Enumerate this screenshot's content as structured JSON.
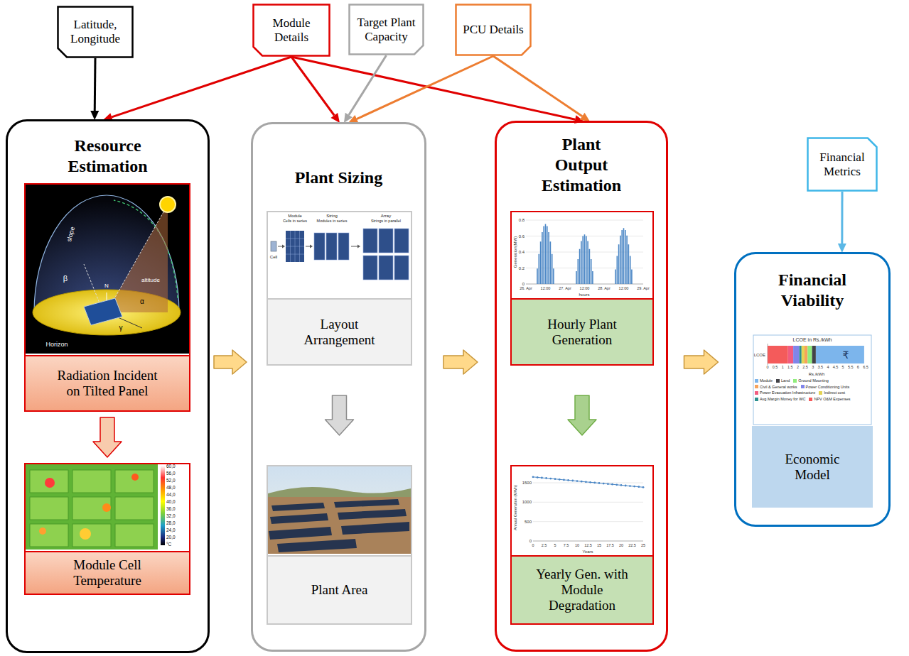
{
  "diagram": {
    "nodes": [
      {
        "text": [
          "Latitude, Longitude"
        ]
      },
      {
        "text": [
          "Module Details"
        ]
      },
      {
        "text": [
          "Target Plant Capacity"
        ]
      },
      {
        "text": [
          "PCU Details"
        ]
      },
      {
        "text": [
          "Resource Estimation"
        ]
      },
      {
        "text": [
          "Radiation Incident on Tilted Panel"
        ],
        "in": 4
      },
      {
        "text": [
          "Module Cell Temperature"
        ],
        "in": 4
      },
      {
        "text": [
          "Plant Sizing"
        ]
      },
      {
        "text": [
          "Layout Arrangement"
        ],
        "in": 7
      },
      {
        "text": [
          "Plant Area"
        ],
        "in": 7
      },
      {
        "text": [
          "Plant Output Estimation"
        ]
      },
      {
        "text": [
          "Hourly Plant Generation"
        ],
        "in": 10
      },
      {
        "text": [
          "Yearly Gen. with Module Degradation"
        ],
        "in": 10
      },
      {
        "text": [
          "Financial Metrics"
        ]
      },
      {
        "text": [
          "Financial Viability"
        ]
      },
      {
        "text": [
          "Economic Model"
        ],
        "in": 14
      }
    ],
    "edges": [
      {
        "from": 0,
        "to": 4,
        "arrow": "to"
      },
      {
        "from": 1,
        "to": 4,
        "arrow": "to"
      },
      {
        "from": 1,
        "to": 7,
        "arrow": "to"
      },
      {
        "from": 1,
        "to": 10,
        "arrow": "to"
      },
      {
        "from": 2,
        "to": 7,
        "arrow": "to"
      },
      {
        "from": 3,
        "to": 7,
        "arrow": "to"
      },
      {
        "from": 3,
        "to": 10,
        "arrow": "to"
      },
      {
        "from": 13,
        "to": 14,
        "arrow": "to"
      },
      {
        "from": 4,
        "to": 7,
        "arrow": "to"
      },
      {
        "from": 7,
        "to": 10,
        "arrow": "to"
      },
      {
        "from": 10,
        "to": 14,
        "arrow": "to"
      },
      {
        "from": 5,
        "to": 6,
        "arrow": "to"
      },
      {
        "from": 8,
        "to": 9,
        "arrow": "to"
      },
      {
        "from": 11,
        "to": 12,
        "arrow": "to"
      }
    ],
    "labels": [
      "slope",
      "β",
      "N",
      "altitude",
      "α",
      "Horizon",
      "γ",
      "60,0",
      "56,0",
      "52,0",
      "48,0",
      "44,0",
      "40,0",
      "36,0",
      "32,0",
      "28,0",
      "24,0",
      "20,0",
      "°C",
      "Cell",
      "Module",
      "Cells in series",
      "String",
      "Modules in series",
      "Array",
      "Strings in parallel",
      "Generation(MW)",
      "0.8",
      "0.6",
      "0.4",
      "0.2",
      "0",
      "26. Apr",
      "12:00",
      "27. Apr",
      "12:00",
      "28. Apr",
      "12:00",
      "29. Apr",
      "hours",
      "Annual Generation (MWh)",
      "1500",
      "1000",
      "500",
      "0",
      "0",
      "2.5",
      "5",
      "7.5",
      "10",
      "12.5",
      "15",
      "17.5",
      "20",
      "22.5",
      "25",
      "Years",
      "LCOE in Rs./kWh",
      "LCOE",
      "₹",
      "0",
      "0.5",
      "1",
      "1.5",
      "2",
      "2.5",
      "3",
      "3.5",
      "4",
      "4.5",
      "5",
      "5.5",
      "6",
      "6.5",
      "Rs./kWh"
    ],
    "legend": [
      {
        "text": "Module",
        "color": "#7cb5ec"
      },
      {
        "text": "Land",
        "color": "#434348"
      },
      {
        "text": "Ground Mounting",
        "color": "#90ed7d"
      },
      {
        "text": "Civil & General works",
        "color": "#f7a35c"
      },
      {
        "text": "Power Conditioning Units",
        "color": "#8085e9"
      },
      {
        "text": "Power Evacuation Infrastructure",
        "color": "#f15c80"
      },
      {
        "text": "Indirect cost",
        "color": "#e4d354"
      },
      {
        "text": "Avg.Margin Money for WC",
        "color": "#2b908f"
      },
      {
        "text": "NPV O&M Expenses",
        "color": "#f45b5b"
      }
    ]
  }
}
